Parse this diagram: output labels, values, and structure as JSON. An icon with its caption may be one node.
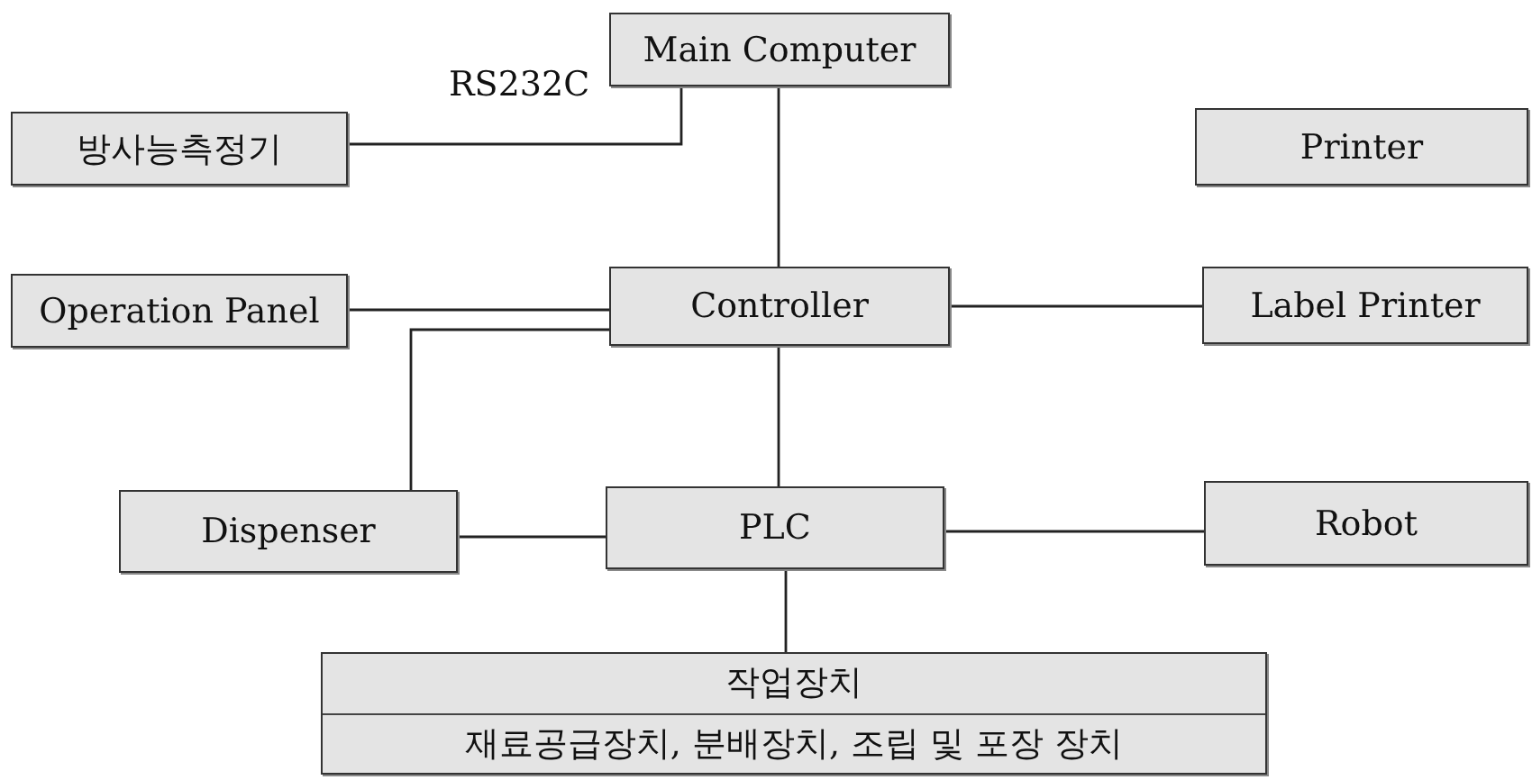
{
  "diagram": {
    "nodes": [
      {
        "text": [
          "Main Computer"
        ]
      },
      {
        "text": [
          "방사능측정기"
        ]
      },
      {
        "text": [
          "Printer"
        ]
      },
      {
        "text": [
          "Operation Panel"
        ]
      },
      {
        "text": [
          "Controller"
        ]
      },
      {
        "text": [
          "Label Printer"
        ]
      },
      {
        "text": [
          "Dispenser"
        ]
      },
      {
        "text": [
          "PLC"
        ]
      },
      {
        "text": [
          "Robot"
        ]
      },
      {
        "text": [
          "작업장치",
          "재료공급장치, 분배장치, 조립 및 포장 장치"
        ]
      }
    ],
    "edges": [
      {
        "from": 0,
        "to": 1,
        "arrow": "none",
        "label": "RS232C"
      },
      {
        "from": 0,
        "to": 4,
        "arrow": "none"
      },
      {
        "from": 3,
        "to": 4,
        "arrow": "none"
      },
      {
        "from": 4,
        "to": 5,
        "arrow": "none"
      },
      {
        "from": 4,
        "to": 6,
        "arrow": "none"
      },
      {
        "from": 4,
        "to": 7,
        "arrow": "none"
      },
      {
        "from": 6,
        "to": 7,
        "arrow": "none"
      },
      {
        "from": 7,
        "to": 8,
        "arrow": "none"
      },
      {
        "from": 7,
        "to": 9,
        "arrow": "none"
      }
    ]
  }
}
